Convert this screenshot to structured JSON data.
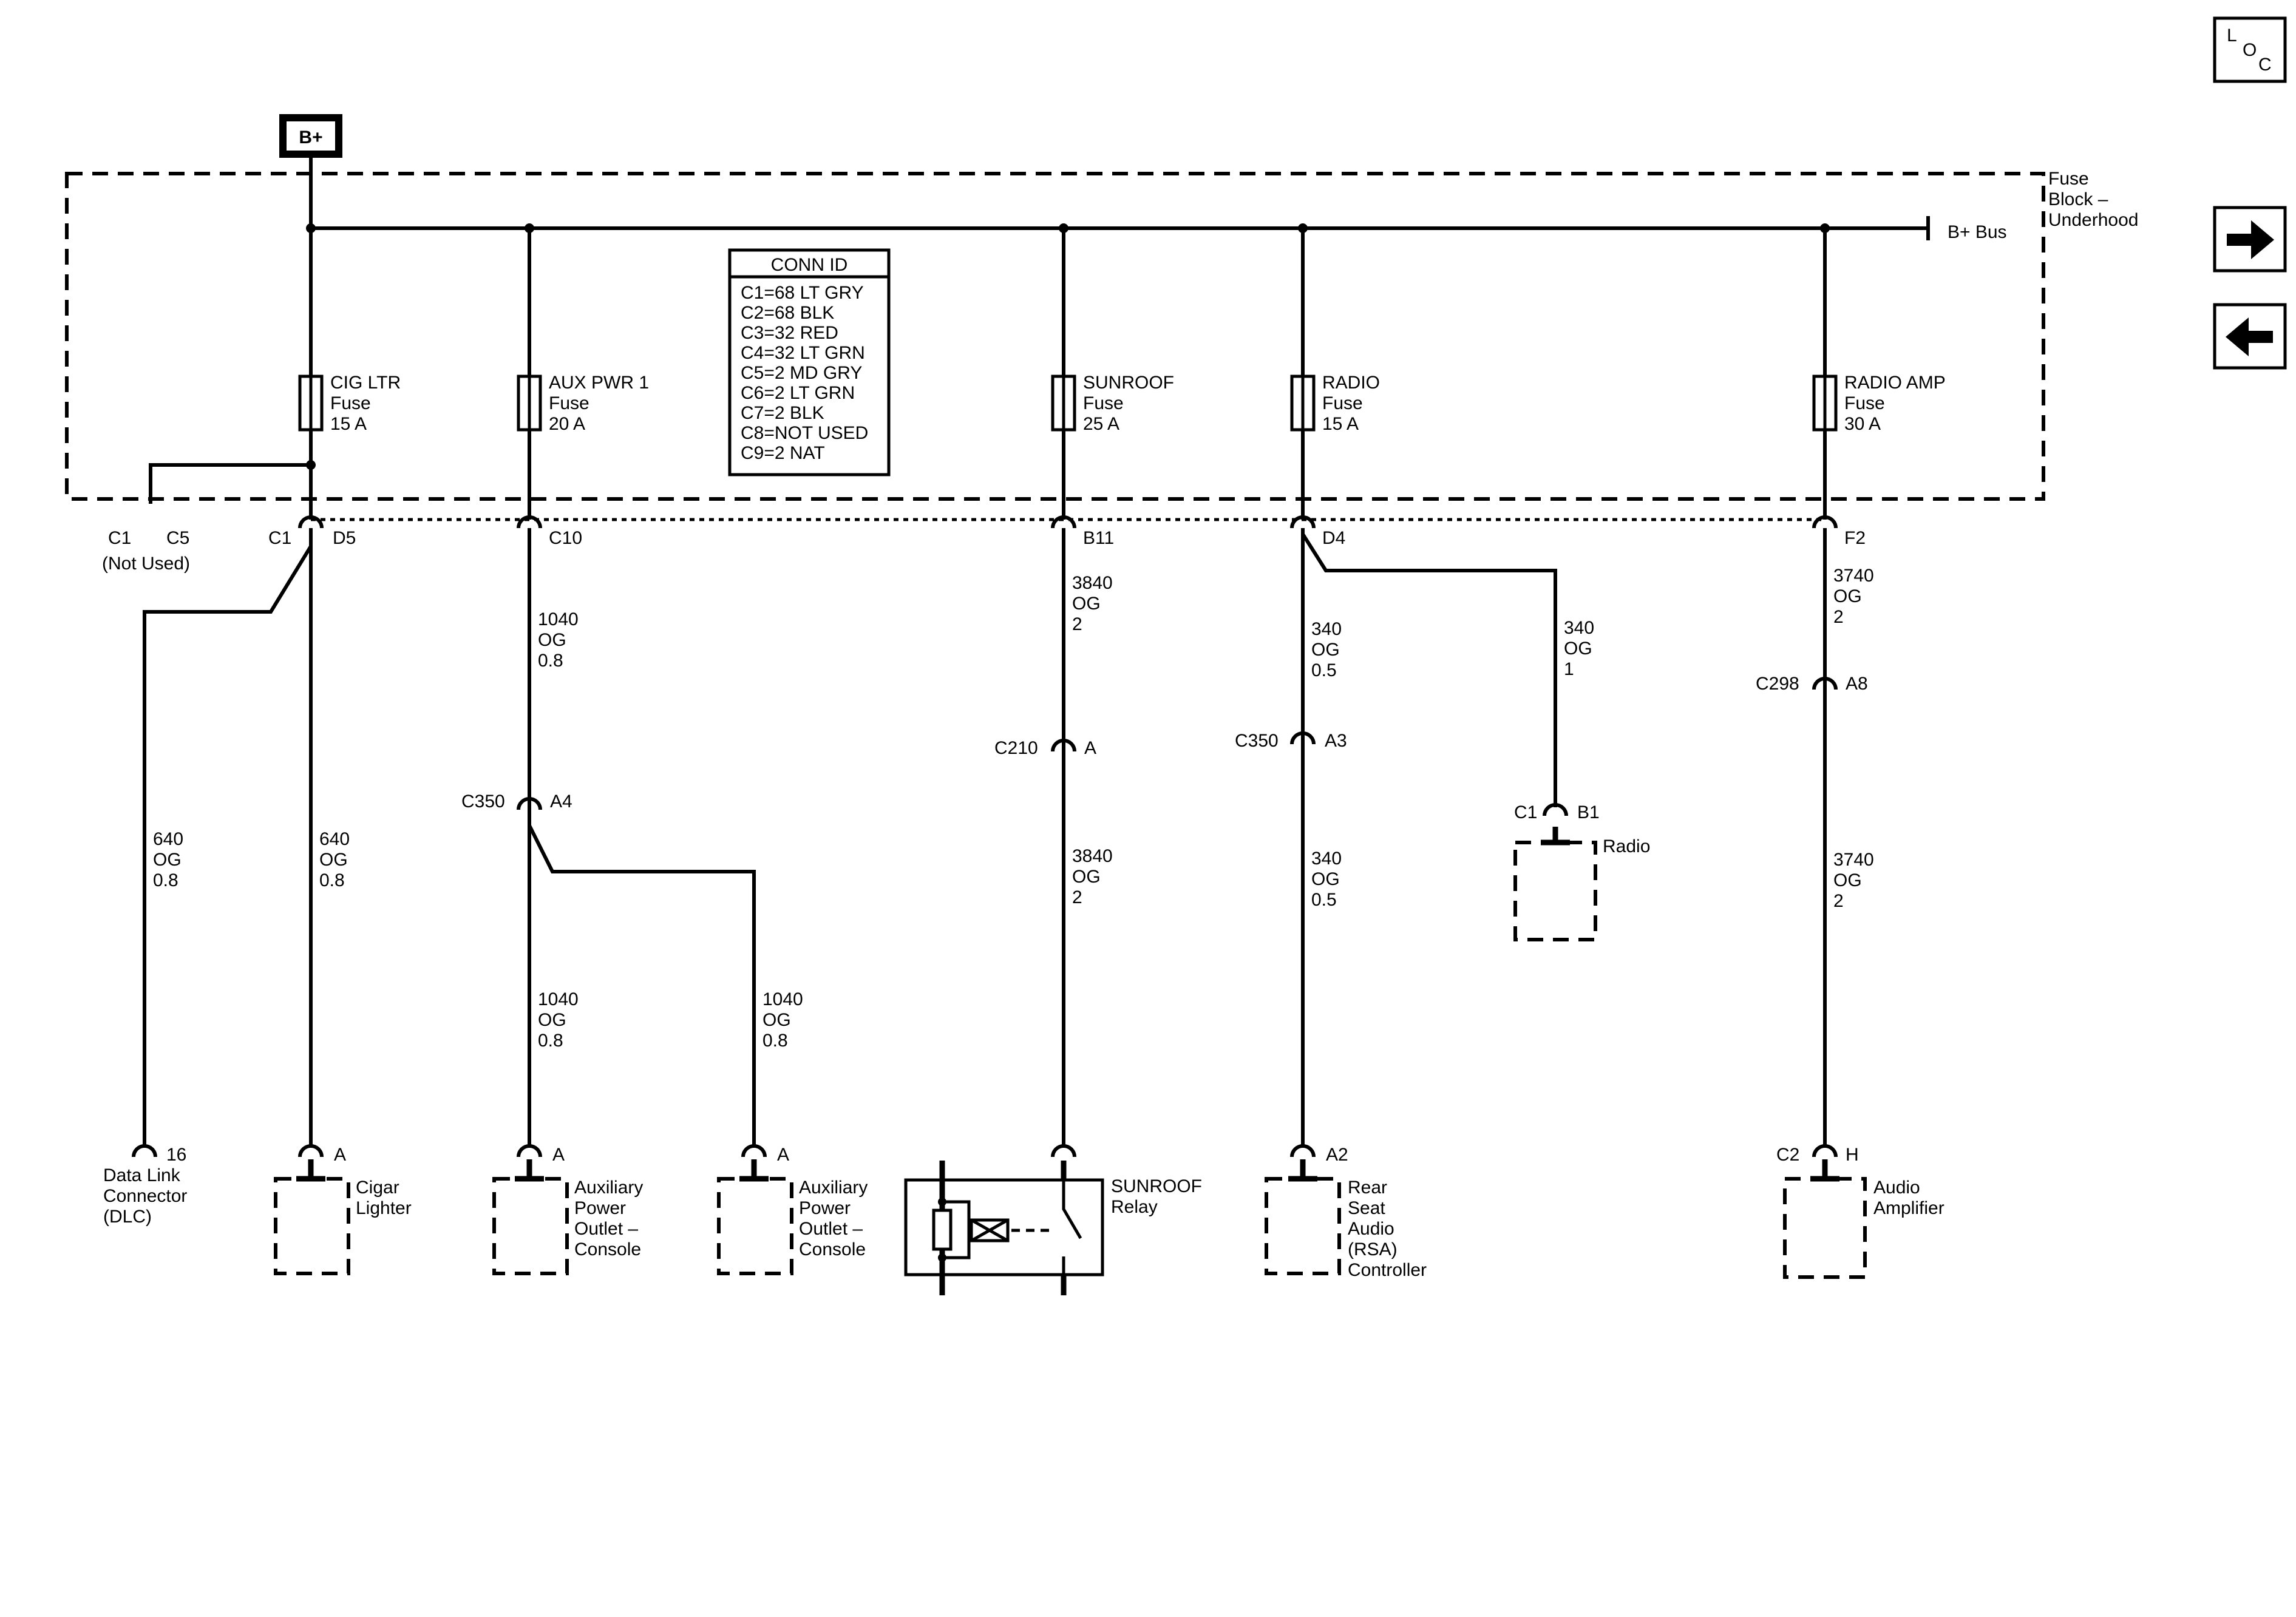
{
  "source": {
    "label": "B+"
  },
  "nav": {
    "loc_l": "L",
    "loc_o": "O",
    "loc_c": "C",
    "next_arrow": "arrow-right-icon",
    "prev_arrow": "arrow-left-icon"
  },
  "fuse_block": {
    "line1": "Fuse",
    "line2": "Block –",
    "line3": "Underhood",
    "bus_label": "B+ Bus"
  },
  "conn_id": {
    "title": "CONN ID",
    "rows": [
      "C1=68 LT GRY",
      "C2=68 BLK",
      "C3=32 RED",
      "C4=32 LT GRN",
      "C5=2 MD GRY",
      "C6=2 LT GRN",
      "C7=2 BLK",
      "C8=NOT USED",
      "C9=2 NAT"
    ]
  },
  "fuses": [
    {
      "name": "CIG LTR",
      "type": "Fuse",
      "rating": "15 A"
    },
    {
      "name": "AUX PWR 1",
      "type": "Fuse",
      "rating": "20 A"
    },
    {
      "name": "SUNROOF",
      "type": "Fuse",
      "rating": "25 A"
    },
    {
      "name": "RADIO",
      "type": "Fuse",
      "rating": "15 A"
    },
    {
      "name": "RADIO AMP",
      "type": "Fuse",
      "rating": "30 A"
    }
  ],
  "connectors": {
    "c1_unused": "C1",
    "c5_unused": "C5",
    "not_used": "(Not Used)",
    "c1_d5_a": "C1",
    "c1_d5_b": "D5",
    "c10": "C10",
    "b11": "B11",
    "d4": "D4",
    "f2": "F2",
    "c210": "C210",
    "c210_pin": "A",
    "c350_a4": "C350",
    "c350_a4_pin": "A4",
    "c350_a3": "C350",
    "c350_a3_pin": "A3",
    "c298": "C298",
    "c298_pin": "A8",
    "radio_c1": "C1",
    "radio_b1": "B1"
  },
  "wires": {
    "w1": [
      "1040",
      "OG",
      "0.8"
    ],
    "w2": [
      "3840",
      "OG",
      "2"
    ],
    "w3": [
      "340",
      "OG",
      "0.5"
    ],
    "w4": [
      "340",
      "OG",
      "1"
    ],
    "w5": [
      "3740",
      "OG",
      "2"
    ],
    "w6": [
      "640",
      "OG",
      "0.8"
    ],
    "w7": [
      "640",
      "OG",
      "0.8"
    ],
    "w8": [
      "1040",
      "OG",
      "0.8"
    ],
    "w9": [
      "1040",
      "OG",
      "0.8"
    ],
    "w10": [
      "3840",
      "OG",
      "2"
    ],
    "w11": [
      "340",
      "OG",
      "0.5"
    ],
    "w12": [
      "3740",
      "OG",
      "2"
    ]
  },
  "components": {
    "dlc": {
      "pin": "16",
      "lines": [
        "Data Link",
        "Connector",
        "(DLC)"
      ]
    },
    "cigar": {
      "pin": "A",
      "lines": [
        "Cigar",
        "Lighter"
      ]
    },
    "aux1": {
      "pin": "A",
      "lines": [
        "Auxiliary",
        "Power",
        "Outlet –",
        "Console"
      ]
    },
    "aux2": {
      "pin": "A",
      "lines": [
        "Auxiliary",
        "Power",
        "Outlet –",
        "Console"
      ]
    },
    "sunroof": {
      "lines": [
        "SUNROOF",
        "Relay"
      ]
    },
    "rsa": {
      "pin": "A2",
      "lines": [
        "Rear",
        "Seat",
        "Audio",
        "(RSA)",
        "Controller"
      ]
    },
    "radio": {
      "lines": [
        "Radio"
      ]
    },
    "amp": {
      "pin_a": "C2",
      "pin_b": "H",
      "lines": [
        "Audio",
        "Amplifier"
      ]
    }
  }
}
